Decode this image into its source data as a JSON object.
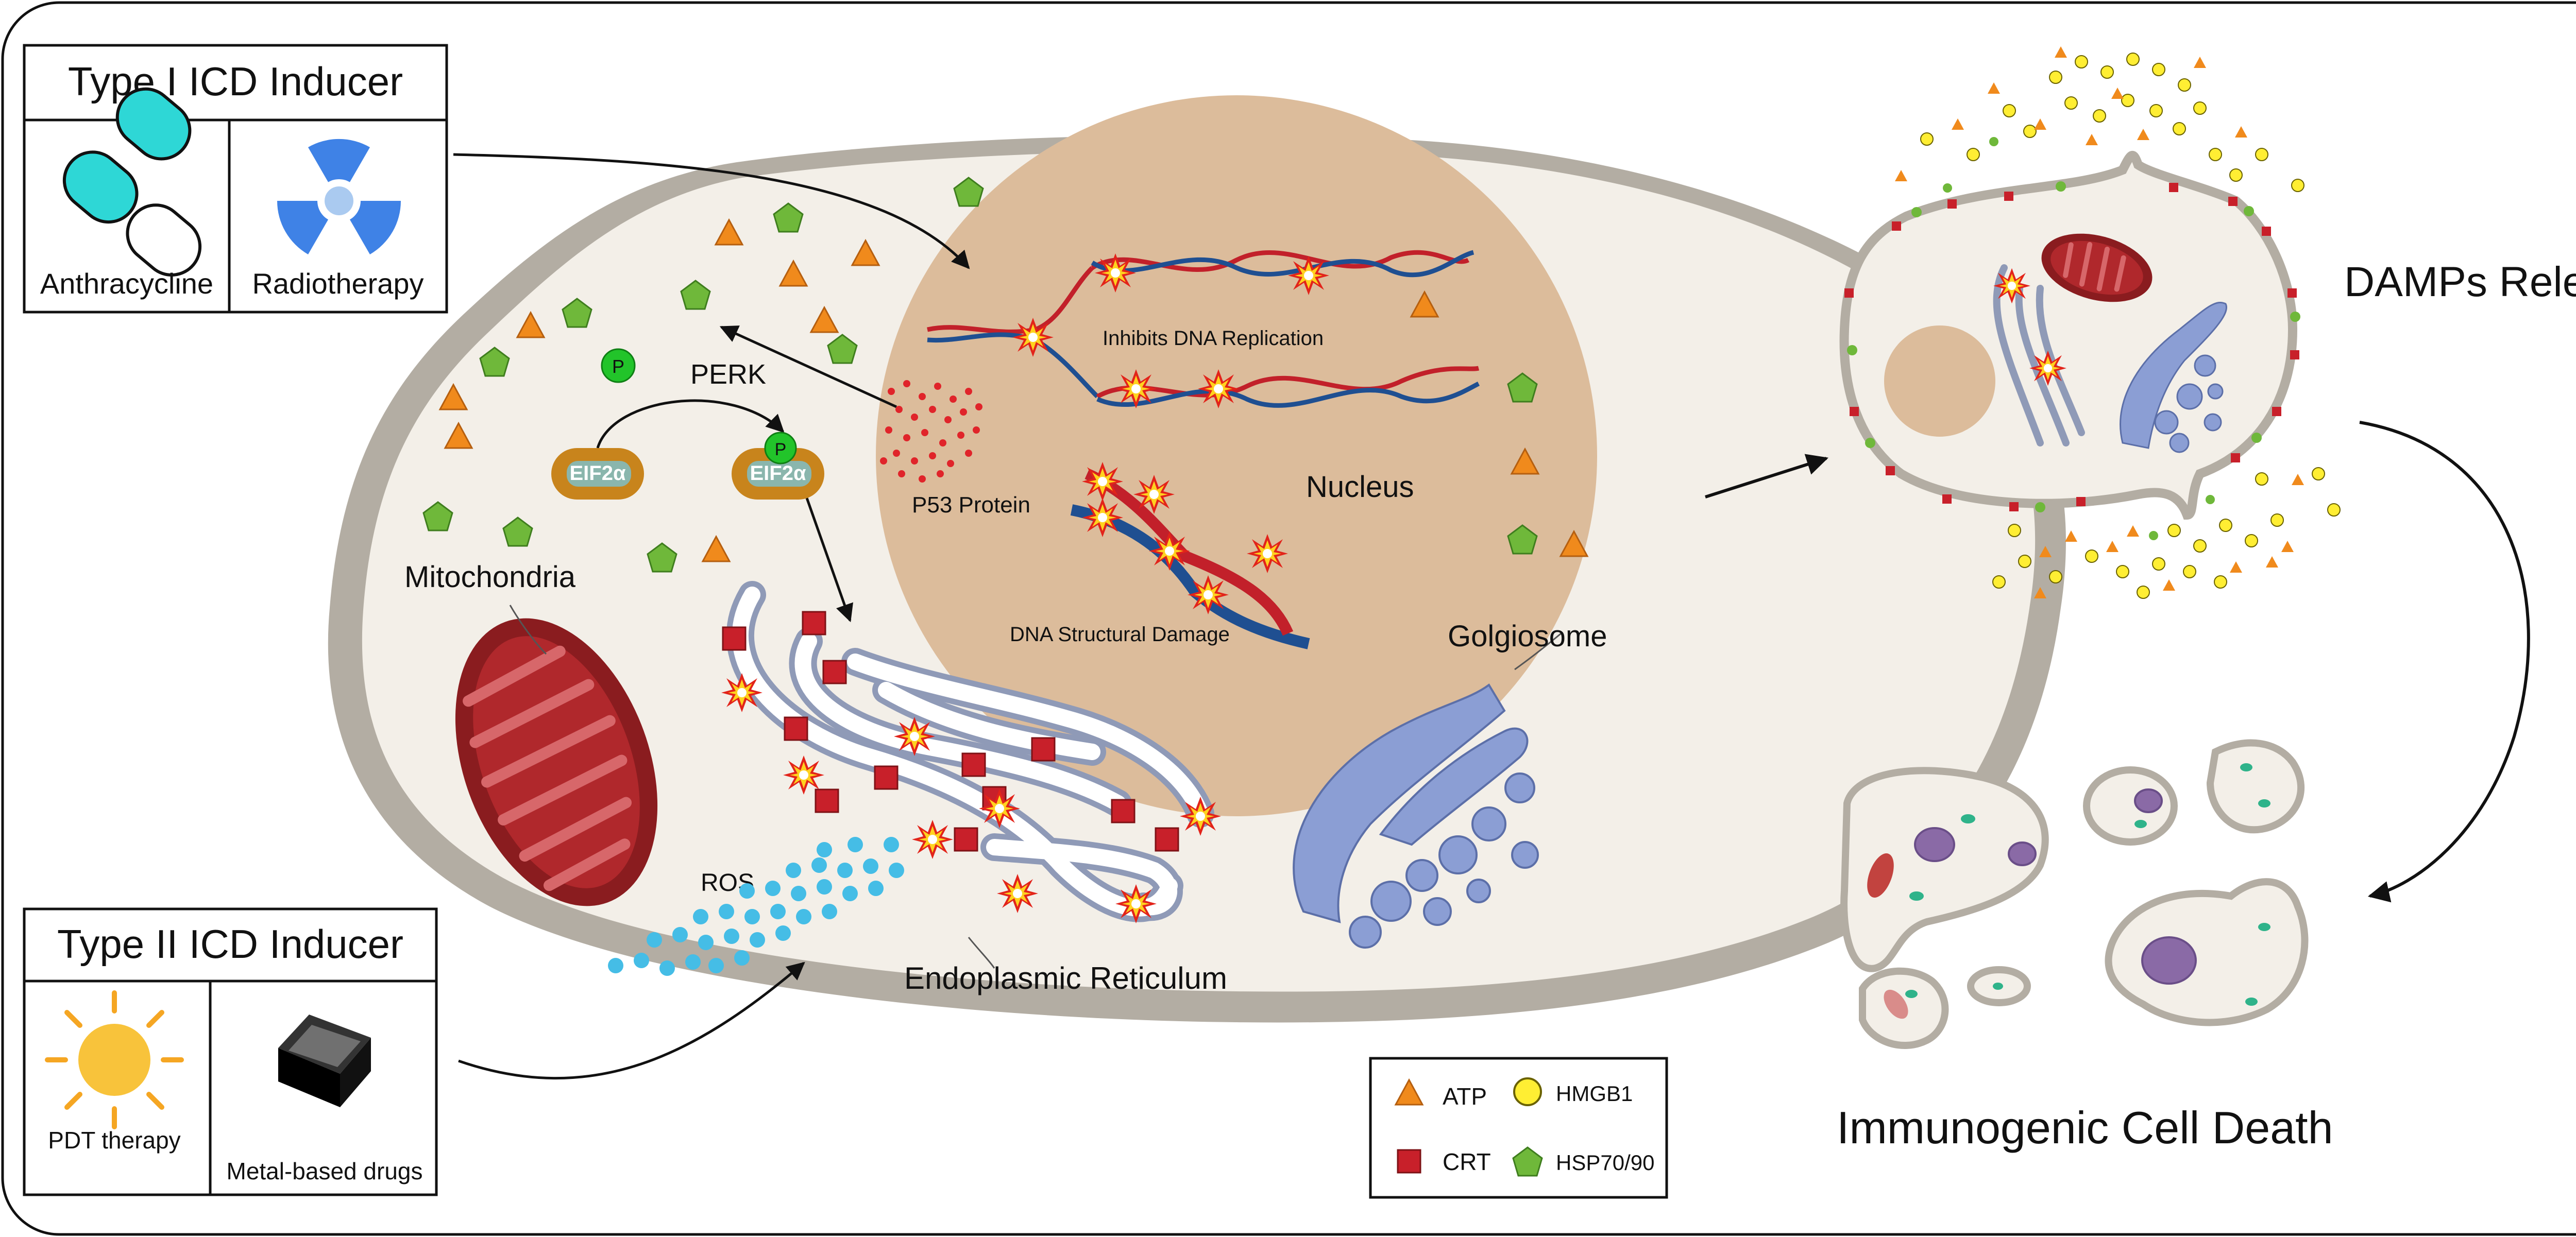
{
  "type1": {
    "title": "Type I ICD Inducer",
    "items": [
      "Anthracycline",
      "Radiotherapy"
    ]
  },
  "type2": {
    "title": "Type II ICD Inducer",
    "items": [
      "PDT therapy",
      "Metal-based drugs"
    ]
  },
  "cell": {
    "perk": "PERK",
    "p_mark": "P",
    "eif2a": "EIF2α",
    "p53": "P53 Protein",
    "inhibits": "Inhibits DNA Replication",
    "nucleus": "Nucleus",
    "dna_damage": "DNA Structural Damage",
    "mitochondria": "Mitochondria",
    "golgi": "Golgiosome",
    "ros": "ROS",
    "er": "Endoplasmic Reticulum"
  },
  "right": {
    "damps": "DAMPs Release",
    "icd": "Immunogenic Cell Death"
  },
  "legend": {
    "atp": "ATP",
    "hmgb1": "HMGB1",
    "crt": "CRT",
    "hsp": "HSP70/90"
  },
  "colors": {
    "atp": "#f08a1c",
    "hmgb1": "#ffee33",
    "crt": "#c8202a",
    "hsp": "#6fb83a",
    "cytoplasm": "#f3efe8",
    "membrane": "#b3ada3",
    "nucleus": "#dcbc9b",
    "mitochondria": "#b0282c",
    "golgi": "#8b9ed4",
    "er": "#aab6d2",
    "ros": "#45bde6",
    "p53": "#e0242a",
    "phospho": "#22c42a"
  }
}
